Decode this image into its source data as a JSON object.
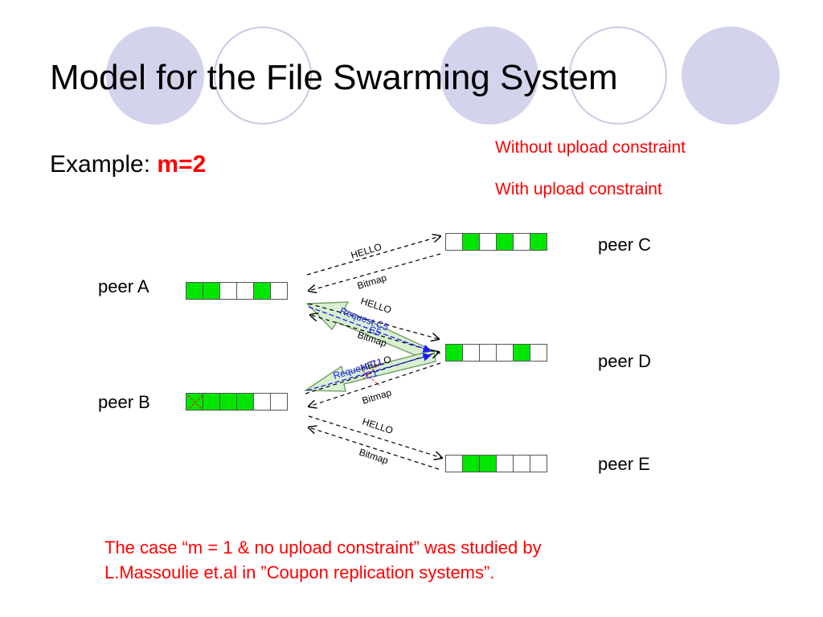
{
  "title": "Model for the File Swarming System",
  "example": {
    "prefix": "Example: ",
    "value": "m=2"
  },
  "legend": {
    "without": "Without upload constraint",
    "with": "With upload constraint"
  },
  "peers": {
    "A": {
      "label": "peer A",
      "chunks": [
        1,
        1,
        0,
        0,
        1,
        0
      ]
    },
    "B": {
      "label": "peer B",
      "chunks": [
        1,
        1,
        1,
        1,
        0,
        0
      ]
    },
    "C": {
      "label": "peer C",
      "chunks": [
        0,
        1,
        0,
        1,
        0,
        1
      ]
    },
    "D": {
      "label": "peer D",
      "chunks": [
        1,
        0,
        0,
        0,
        1,
        0
      ]
    },
    "E": {
      "label": "peer E",
      "chunks": [
        0,
        1,
        1,
        0,
        0,
        0
      ]
    }
  },
  "messages": {
    "hello": "HELLO",
    "bitmap": "Bitmap",
    "request_c5": "Request C5",
    "request_c1": "Request C1",
    "c5": "C5",
    "c1": "C1"
  },
  "colors": {
    "chunk_have": "#00e600",
    "accent": "#ff0000",
    "request": "#1a1aff",
    "arrow_fill": "#d8f0d0"
  },
  "note": {
    "line1": "The case “m = 1 & no upload constraint”  was studied by",
    "line2": "L.Massoulie  et.al in ”Coupon replication systems”."
  }
}
